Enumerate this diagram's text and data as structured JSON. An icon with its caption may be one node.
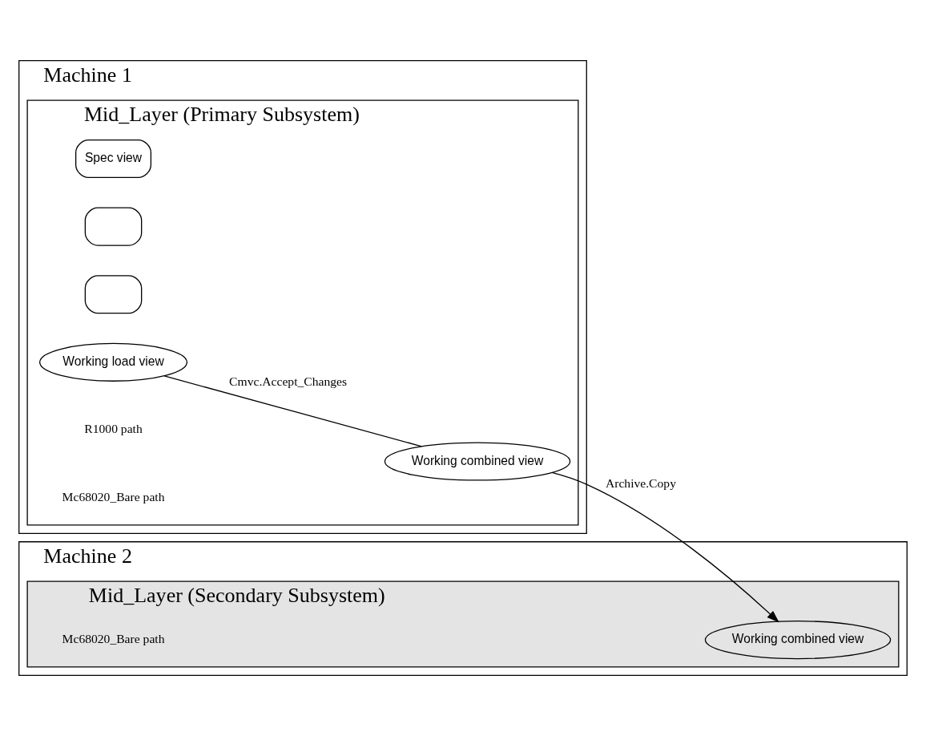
{
  "diagram": {
    "nodes": [
      {
        "text": [
          "Machine 1"
        ]
      },
      {
        "text": [
          "Mid_Layer (Primary Subsystem)"
        ],
        "in": 0
      },
      {
        "text": [
          "Spec view"
        ],
        "in": 1
      },
      {
        "text": [],
        "shape": "box",
        "in": 1
      },
      {
        "text": [],
        "shape": "box",
        "in": 1
      },
      {
        "text": [
          "Working load view"
        ],
        "in": 1
      },
      {
        "text": [
          "Working combined view"
        ],
        "in": 1
      },
      {
        "text": [
          "Machine 2"
        ]
      },
      {
        "text": [
          "Mid_Layer (Secondary Subsystem)"
        ],
        "in": 7
      },
      {
        "text": [
          "Working combined view"
        ],
        "in": 8
      }
    ],
    "edges": [
      {
        "from": 5,
        "to": 6,
        "arrow": "none",
        "label": "Cmvc.Accept_Changes"
      },
      {
        "from": 6,
        "to": 9,
        "arrow": "to",
        "label": "Archive.Copy"
      }
    ],
    "labels": [
      "R1000 path",
      "Mc68020_Bare path",
      "Mc68020_Bare path"
    ]
  }
}
